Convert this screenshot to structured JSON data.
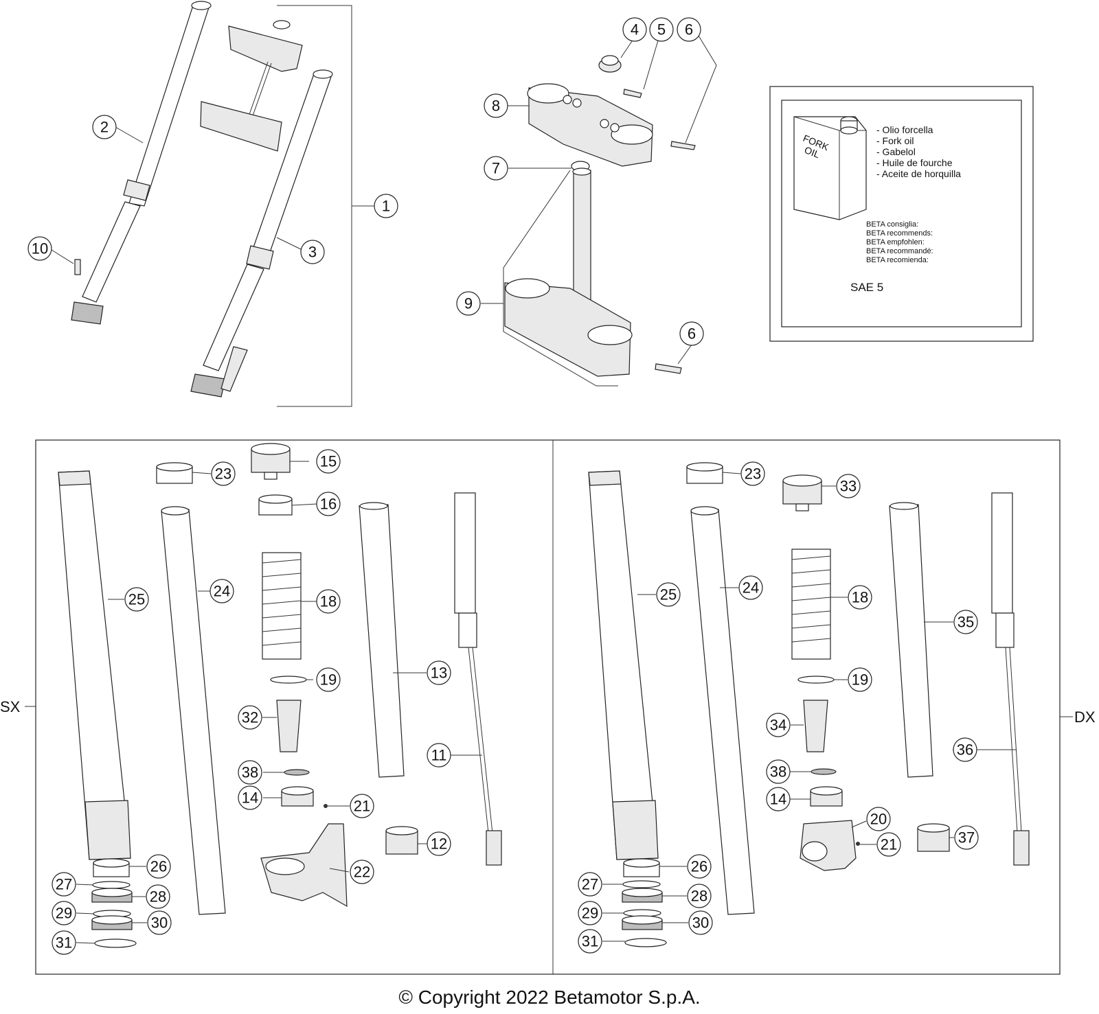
{
  "parts_top": [
    {
      "id": "c1",
      "label": "1"
    },
    {
      "id": "c2",
      "label": "2"
    },
    {
      "id": "c3",
      "label": "3"
    },
    {
      "id": "c4",
      "label": "4"
    },
    {
      "id": "c5",
      "label": "5"
    },
    {
      "id": "c6a",
      "label": "6"
    },
    {
      "id": "c6b",
      "label": "6"
    },
    {
      "id": "c7",
      "label": "7"
    },
    {
      "id": "c8",
      "label": "8"
    },
    {
      "id": "c9",
      "label": "9"
    },
    {
      "id": "c10",
      "label": "10"
    }
  ],
  "panel_sx": {
    "side_label": "SX",
    "callouts": [
      "15",
      "16",
      "18",
      "19",
      "32",
      "38",
      "14",
      "21",
      "22",
      "23",
      "24",
      "25",
      "26",
      "27",
      "28",
      "29",
      "30",
      "31",
      "13",
      "11",
      "12"
    ]
  },
  "panel_dx": {
    "side_label": "DX",
    "callouts": [
      "23",
      "33",
      "24",
      "25",
      "18",
      "35",
      "19",
      "34",
      "36",
      "38",
      "14",
      "20",
      "21",
      "37",
      "26",
      "27",
      "28",
      "29",
      "30",
      "31"
    ]
  },
  "oil_box": {
    "can_label_line1": "FORK",
    "can_label_line2": "OIL",
    "names": [
      "- Olio forcella",
      "- Fork oil",
      "- Gabelol",
      "- Huile de fourche",
      "- Aceite de horquilla"
    ],
    "recommends": [
      "BETA consiglia:",
      "BETA recommends:",
      "BETA empfohlen:",
      "BETA recommandé:",
      "BETA recomienda:"
    ],
    "grade": "SAE 5"
  },
  "copyright": "© Copyright 2022 Betamotor S.p.A."
}
